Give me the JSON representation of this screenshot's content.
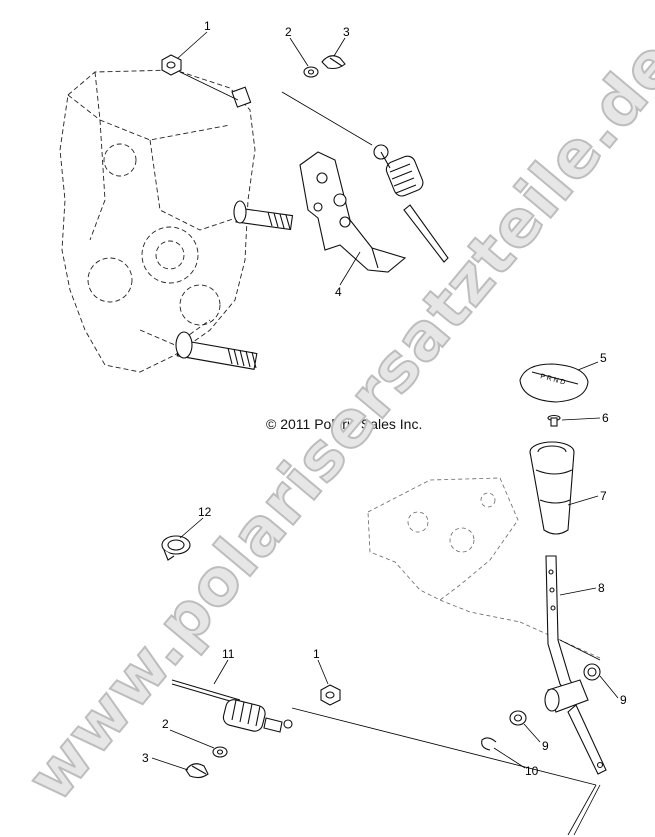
{
  "copyright": "© 2011 Polaris Sales Inc.",
  "watermark": "www.polarisersatzteile.de",
  "callouts": {
    "c1_top": "1",
    "c2_top": "2",
    "c3_top": "3",
    "c4": "4",
    "c5": "5",
    "c6": "6",
    "c7": "7",
    "c8": "8",
    "c9_right": "9",
    "c9_lower": "9",
    "c10": "10",
    "c11": "11",
    "c12": "12",
    "c1_bottom": "1",
    "c2_bottom": "2",
    "c3_bottom": "3"
  },
  "colors": {
    "line": "#111111",
    "watermark_fill": "#e6e6e6",
    "watermark_stroke": "#bdbdbd"
  }
}
